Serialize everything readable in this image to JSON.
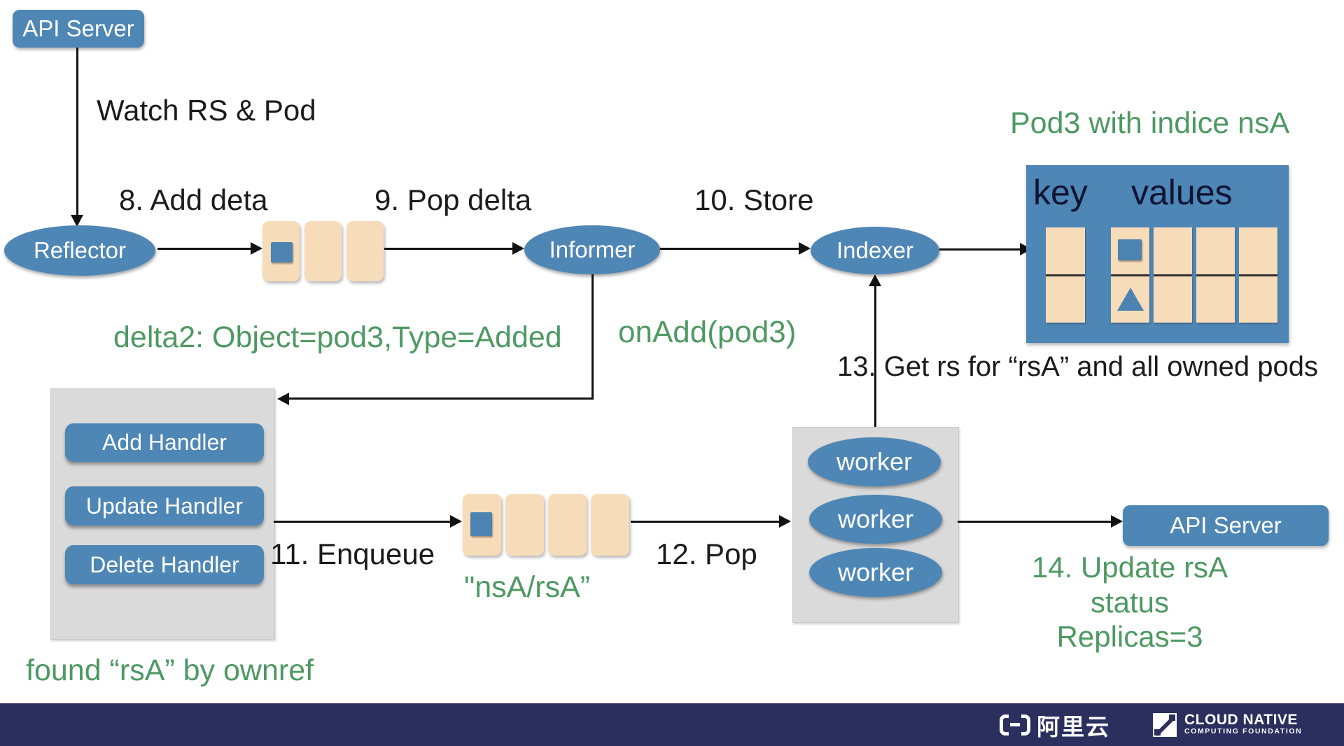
{
  "colors": {
    "node_blue": "#4e86b5",
    "queue_tan": "#f7dcba",
    "panel_gray": "#dadada",
    "annotation_green": "#4e9963",
    "text_black": "#1b1b1b",
    "footer_navy": "#2b2f5e",
    "table_header_navy": "#101433"
  },
  "top": {
    "api_server": "API Server",
    "watch": "Watch RS & Pod"
  },
  "steps": {
    "s8": "8. Add deta",
    "s9": "9. Pop delta",
    "s10": "10. Store",
    "s11": "11. Enqueue",
    "s12": "12. Pop",
    "s13": "13. Get rs for “rsA” and all owned pods",
    "s14_line1": "14. Update rsA status",
    "s14_line2": "Replicas=3"
  },
  "green": {
    "delta2": "delta2: Object=pod3,Type=Added",
    "onadd": "onAdd(pod3)",
    "pod3": "Pod3 with indice nsA",
    "queue_key": "\"nsA/rsA”",
    "found": "found “rsA” by ownref"
  },
  "nodes": {
    "reflector": "Reflector",
    "informer": "Informer",
    "indexer": "Indexer",
    "api_server_right": "API Server",
    "workers": [
      "worker",
      "worker",
      "worker"
    ],
    "handlers": [
      "Add Handler",
      "Update Handler",
      "Delete Handler"
    ]
  },
  "table": {
    "key_header": "key",
    "values_header": "values"
  },
  "footer": {
    "alibaba_text": "阿里云",
    "cncf_line1": "CLOUD NATIVE",
    "cncf_line2": "COMPUTING FOUNDATION"
  }
}
